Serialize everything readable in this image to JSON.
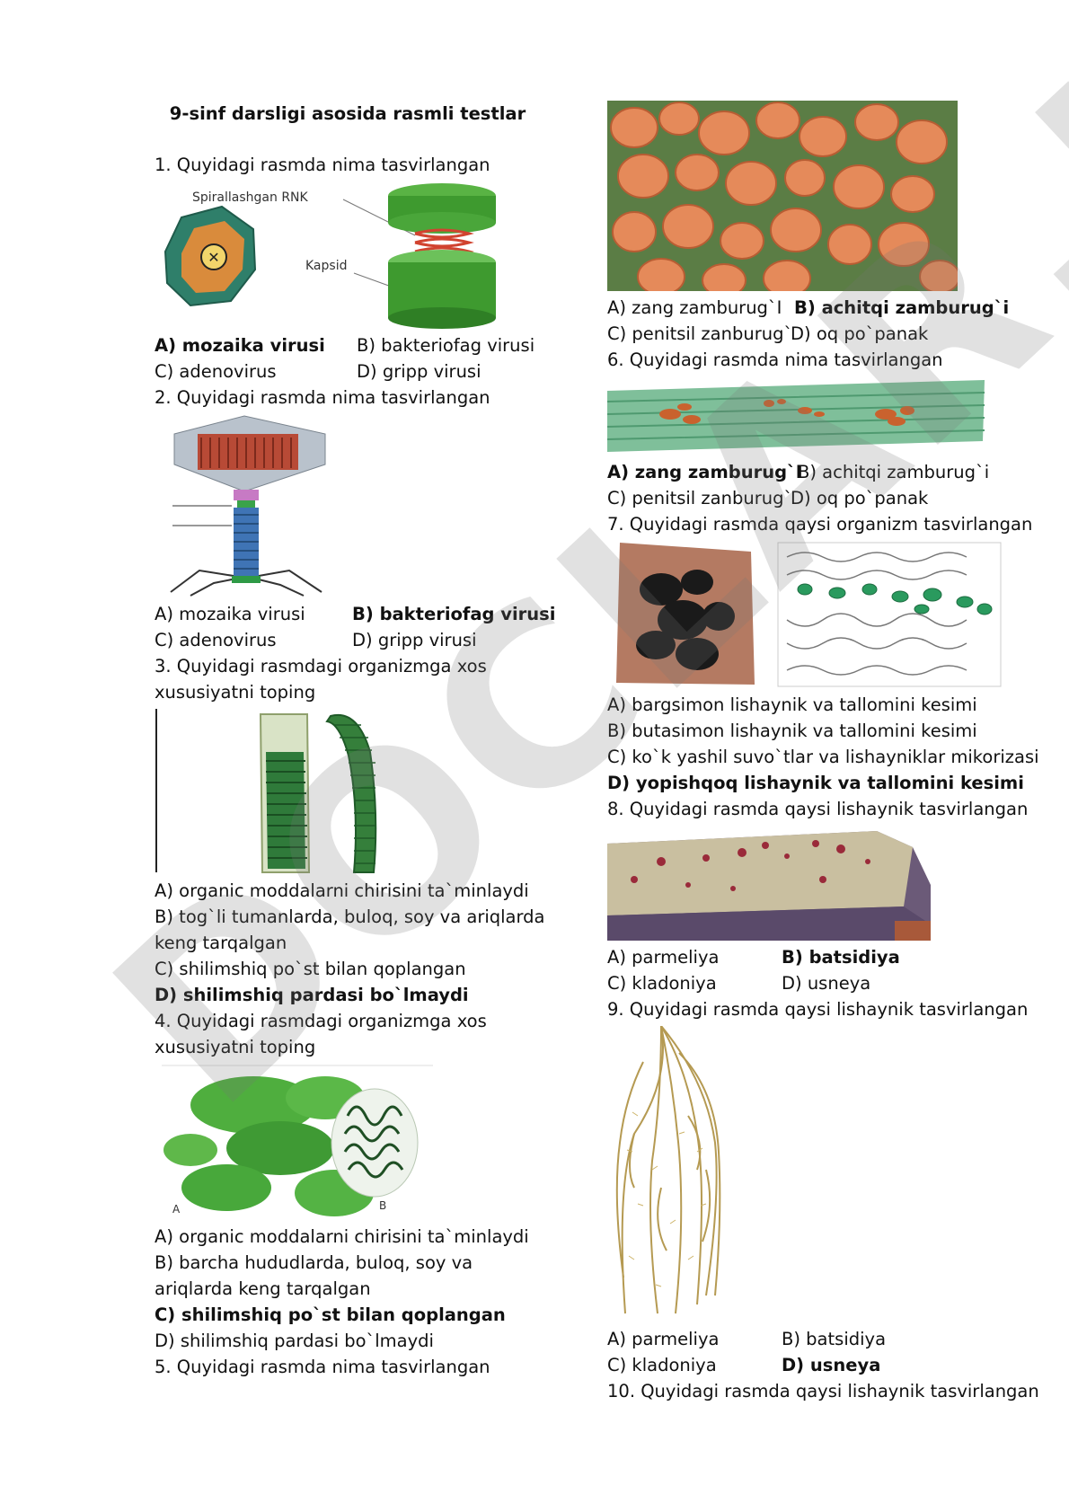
{
  "title": "9-sinf darsligi asosida rasmli testlar",
  "watermark": "DOCLAR.UZ",
  "q1": {
    "question": "1. Quyidagi rasmda nima tasvirlangan",
    "labels": {
      "rnk": "Spirallashgan RNK",
      "kapsid": "Kapsid"
    },
    "a": "A) mozaika virusi",
    "b": "B) bakteriofag virusi",
    "c": "C) adenovirus",
    "d": "D) gripp virusi"
  },
  "q2": {
    "question": "2.  Quyidagi rasmda nima tasvirlangan",
    "a": "A) mozaika virusi",
    "b": "B) bakteriofag virusi",
    "c": "C) adenovirus",
    "d": "D) gripp virusi"
  },
  "q3": {
    "question": "3. Quyidagi rasmdagi organizmga xos xususiyatni toping",
    "a": "A) organic moddalarni chirisini ta`minlaydi",
    "b": "B) tog`li tumanlarda, buloq, soy va ariqlarda keng tarqalgan",
    "c": "C) shilimshiq po`st bilan qoplangan",
    "d": "D) shilimshiq pardasi bo`lmaydi"
  },
  "q4": {
    "question": "4. Quyidagi rasmdagi organizmga xos xususiyatni toping",
    "labels": {
      "a": "A",
      "b": "B"
    },
    "a": "A) organic moddalarni chirisini ta`minlaydi",
    "b": "B) barcha hududlarda, buloq, soy va ariqlarda keng tarqalgan",
    "c": "C) shilimshiq po`st bilan qoplangan",
    "d": "D) shilimshiq pardasi bo`lmaydi"
  },
  "q5": {
    "question": "5. Quyidagi rasmda nima tasvirlangan",
    "a": "A) zang zamburug`I",
    "b": "B) achitqi zamburug`i",
    "c": "C) penitsil zanburug`",
    "d": "D) oq po`panak"
  },
  "q6": {
    "question": "6. Quyidagi rasmda nima tasvirlangan",
    "a": "A) zang zamburug`I",
    "b": "B) achitqi zamburug`i",
    "c": "C) penitsil zanburug`",
    "d": "D) oq po`panak"
  },
  "q7": {
    "question": "7. Quyidagi rasmda qaysi organizm tasvirlangan",
    "a": "A) bargsimon lishaynik va tallomini kesimi",
    "b": "B) butasimon lishaynik va tallomini kesimi",
    "c": "C) ko`k yashil suvo`tlar va lishayniklar mikorizasi",
    "d": "D) yopishqoq lishaynik va tallomini kesimi"
  },
  "q8": {
    "question": "8. Quyidagi rasmda qaysi lishaynik tasvirlangan",
    "a": "A) parmeliya",
    "b": "B) batsidiya",
    "c": "C) kladoniya",
    "d": "D) usneya"
  },
  "q9": {
    "question": "9.  Quyidagi rasmda qaysi lishaynik tasvirlangan",
    "a": "A) parmeliya",
    "b": "B) batsidiya",
    "c": "C) kladoniya",
    "d": "D) usneya"
  },
  "q10": {
    "question": "10. Quyidagi rasmda qaysi lishaynik tasvirlangan"
  }
}
